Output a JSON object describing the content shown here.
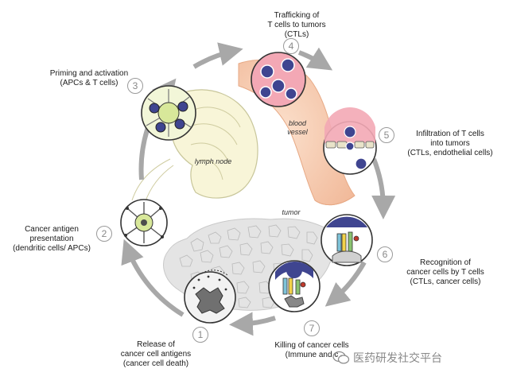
{
  "steps": [
    {
      "number": "1",
      "lines": [
        "Release of",
        "cancer cell antigens",
        "(cancer cell death)"
      ]
    },
    {
      "number": "2",
      "lines": [
        "Cancer antigen",
        "presentation",
        "(dendritic cells/ APCs)"
      ]
    },
    {
      "number": "3",
      "lines": [
        "Priming and activation",
        "(APCs & T cells)"
      ]
    },
    {
      "number": "4",
      "lines": [
        "Trafficking of",
        "T cells to tumors",
        "(CTLs)"
      ]
    },
    {
      "number": "5",
      "lines": [
        "Infiltration of T cells",
        "into tumors",
        "(CTLs, endothelial cells)"
      ]
    },
    {
      "number": "6",
      "lines": [
        "Recognition of",
        "cancer cells by T cells",
        "(CTLs, cancer cells)"
      ]
    },
    {
      "number": "7",
      "lines": [
        "Killing of cancer cells",
        "(Immune and c"
      ]
    }
  ],
  "tissue_labels": {
    "lymph_node": "lymph node",
    "blood_vessel": [
      "blood",
      "vessel"
    ],
    "tumor": "tumor"
  },
  "watermark": {
    "text": "医药研发社交平台",
    "icon": "wechat-icon"
  },
  "colors": {
    "cycle_arrow": "#a8a8a8",
    "t_cell": "#3f4590",
    "vessel": "#f6c7a4",
    "lymph_node": "#f7f4d2",
    "dendritic_cell": "#d8e89a",
    "tumor_cells": "#d9d9d9"
  }
}
